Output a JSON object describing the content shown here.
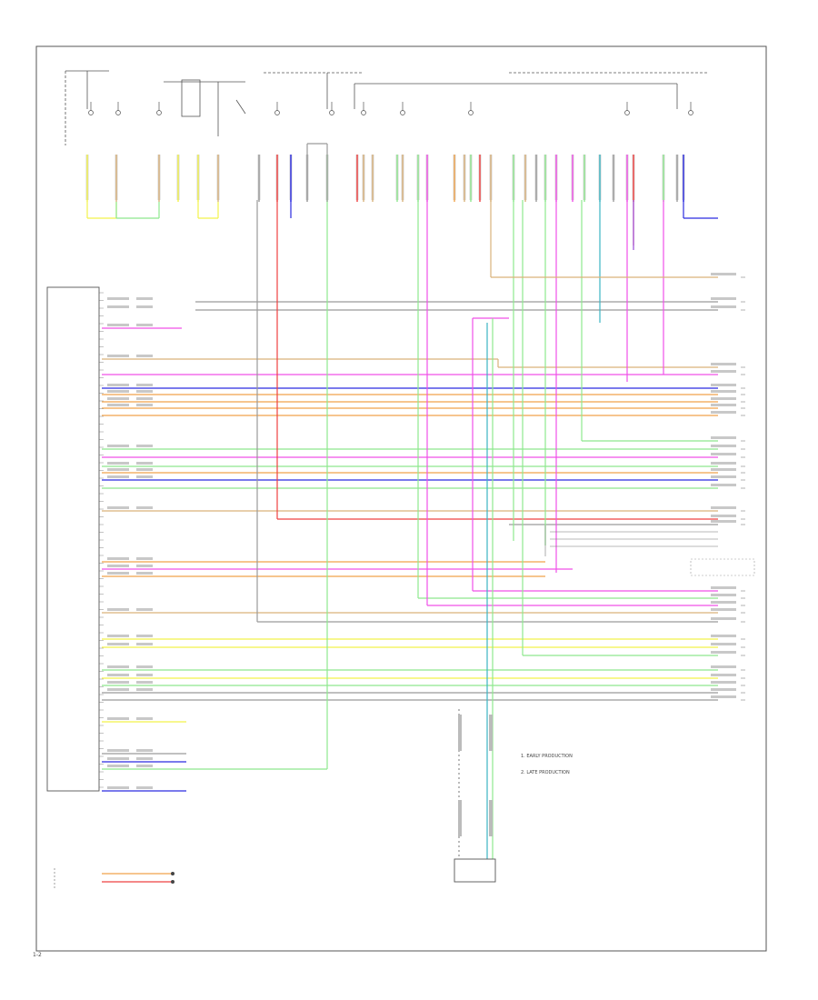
{
  "diagram": {
    "footer_code": "1-2",
    "notes": {
      "early": "1. EARLY PRODUCTION",
      "late": "2. LATE PRODUCTION"
    },
    "colors": {
      "yellow": "#f2f24a",
      "green": "#8ee88e",
      "red": "#ef4040",
      "blue": "#2a2ae0",
      "pink": "#f050e8",
      "tan": "#d9b27a",
      "orange": "#f0a24a",
      "gray": "#9a9a9a",
      "teal": "#3bb3c3",
      "violet": "#9a4ad9",
      "black": "#222222"
    }
  }
}
